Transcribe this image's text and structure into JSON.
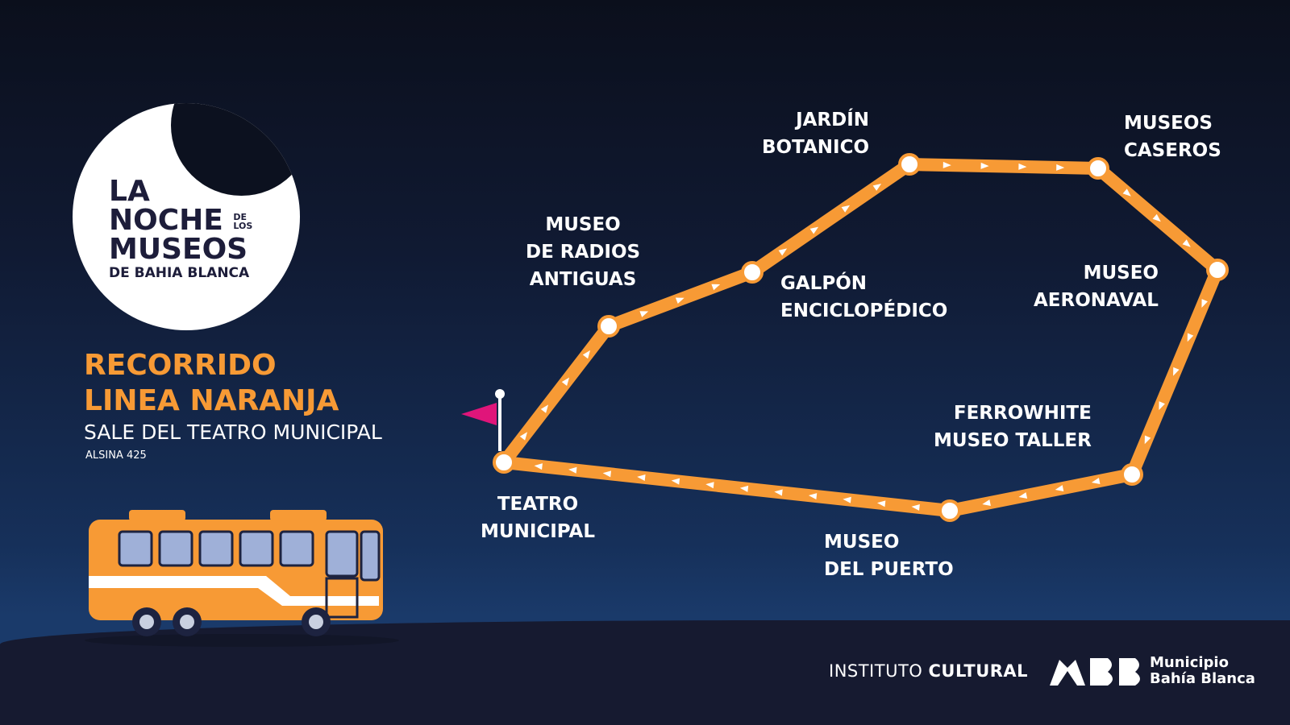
{
  "logo": {
    "line1": "LA",
    "line2": "NOCHE",
    "de": "DE",
    "los": "LOS",
    "line3": "MUSEOS",
    "line4": "DE BAHIA BLANCA"
  },
  "route": {
    "title1": "RECORRIDO",
    "title2": "LINEA NARANJA",
    "departs": "SALE DEL TEATRO MUNICIPAL",
    "address": "ALSINA 425",
    "color": "#f79a35"
  },
  "stops": [
    {
      "name": "TEATRO MUNICIPAL",
      "l1": "TEATRO",
      "l2": "MUNICIPAL"
    },
    {
      "name": "MUSEO DE RADIOS ANTIGUAS",
      "l1": "MUSEO",
      "l2": "DE RADIOS",
      "l3": "ANTIGUAS"
    },
    {
      "name": "GALPÓN ENCICLOPÉDICO",
      "l1": "GALPÓN",
      "l2": "ENCICLOPÉDICO"
    },
    {
      "name": "JARDÍN BOTANICO",
      "l1": "JARDÍN",
      "l2": "BOTANICO"
    },
    {
      "name": "MUSEOS CASEROS",
      "l1": "MUSEOS",
      "l2": "CASEROS"
    },
    {
      "name": "MUSEO AERONAVAL",
      "l1": "MUSEO",
      "l2": "AERONAVAL"
    },
    {
      "name": "FERROWHITE MUSEO TALLER",
      "l1": "FERROWHITE",
      "l2": "MUSEO TALLER"
    },
    {
      "name": "MUSEO DEL PUERTO",
      "l1": "MUSEO",
      "l2": "DEL PUERTO"
    }
  ],
  "footer": {
    "inst_light": "INSTITUTO",
    "inst_bold": "CULTURAL",
    "muni1": "Municipio",
    "muni2": "Bahía Blanca"
  }
}
